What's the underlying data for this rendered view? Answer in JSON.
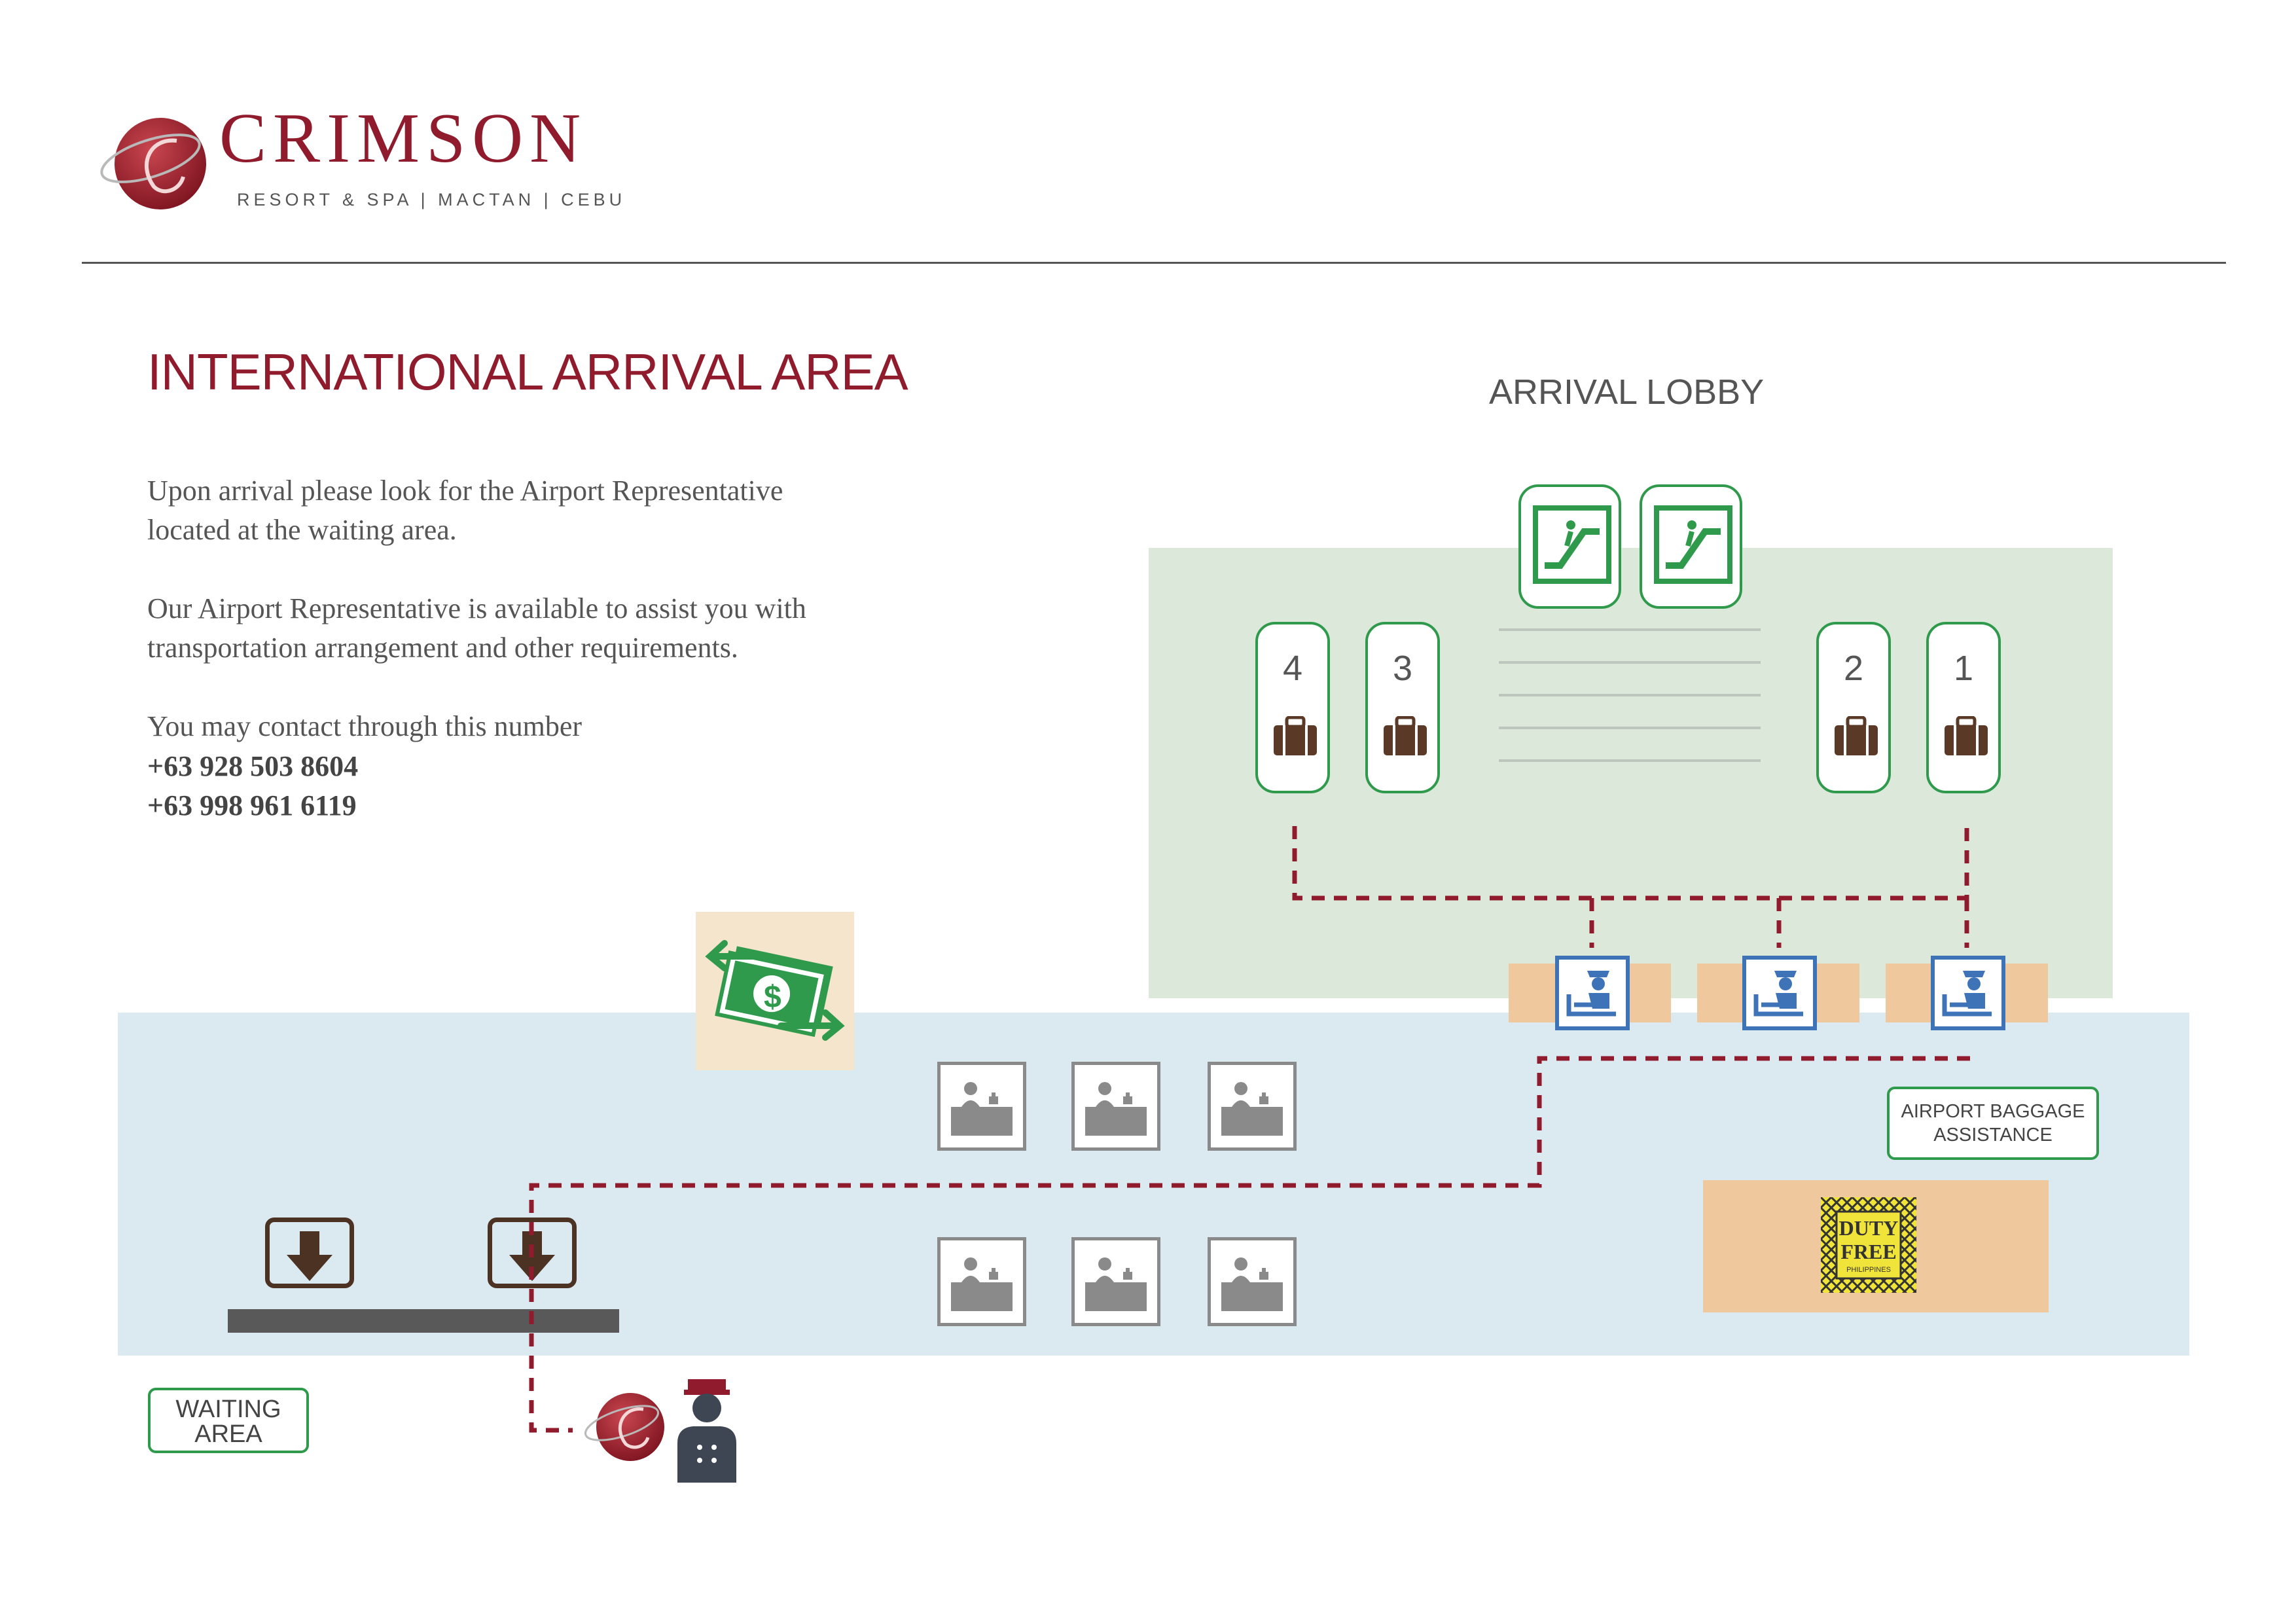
{
  "brand": {
    "name": "CRIMSON",
    "subtitle": "RESORT & SPA | MACTAN | CEBU"
  },
  "title": "INTERNATIONAL ARRIVAL AREA",
  "intro": {
    "line1": "Upon arrival please look for the Airport Representative",
    "line2": "located at the waiting area.",
    "line3": "Our Airport Representative is available to assist you with",
    "line4": "transportation arrangement and other requirements.",
    "line5": "You may contact through this number",
    "phone1": "+63 928 503 8604",
    "phone2": "+63 998 961 6119"
  },
  "map": {
    "lobby_label": "ARRIVAL LOBBY",
    "carousels": [
      "4",
      "3",
      "2",
      "1"
    ],
    "baggage_assistance_label": "AIRPORT BAGGAGE ASSISTANCE",
    "baggage_line1": "AIRPORT BAGGAGE",
    "baggage_line2": "ASSISTANCE",
    "waiting_line1": "WAITING",
    "waiting_line2": "AREA",
    "duty_free": {
      "line1": "DUTY",
      "line2": "FREE",
      "line3": "PHILIPPINES"
    },
    "currency_symbol": "$",
    "icons": [
      "escalator-icon",
      "luggage-icon",
      "immigration-officer-icon",
      "service-counter-icon",
      "currency-exchange-icon",
      "exit-arrow-icon",
      "representative-icon"
    ],
    "colors": {
      "brand": "#8f1b2c",
      "route": "#8f1b2c",
      "lobby": "#dce8d9",
      "hall": "#dbeaf0",
      "green": "#2f9a4c",
      "immigration": "#3f73b8",
      "luggage": "#5a3a26"
    }
  }
}
